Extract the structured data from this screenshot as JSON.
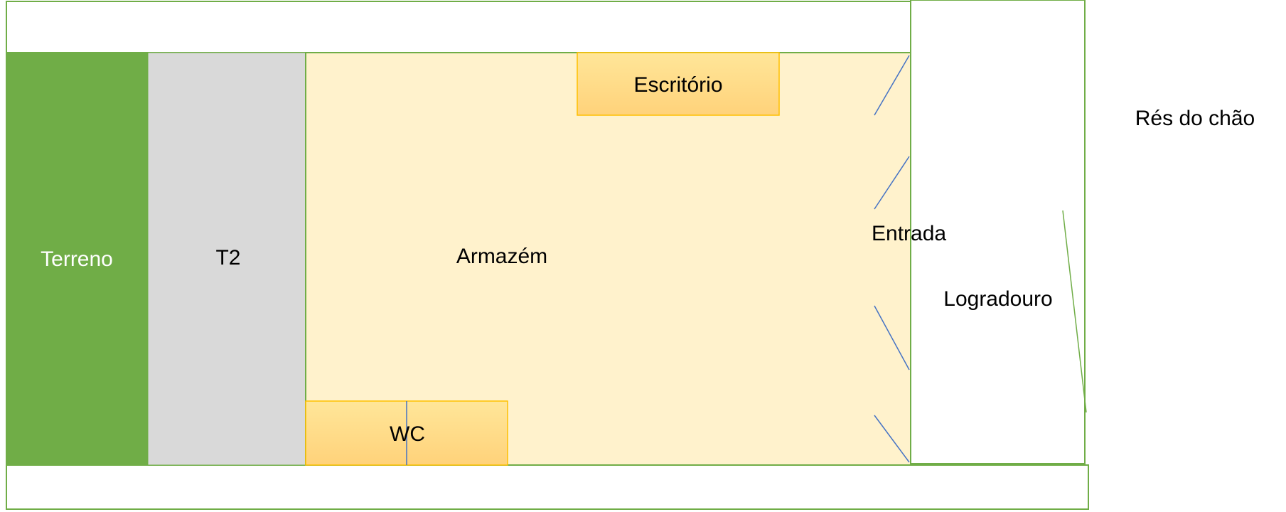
{
  "diagram": {
    "floor_label": "Rés do chão",
    "rooms": {
      "terreno": "Terreno",
      "t2": "T2",
      "armazem": "Armazém",
      "escritorio": "Escritório",
      "wc": "WC",
      "entrada": "Entrada",
      "logradouro": "Logradouro"
    },
    "colors": {
      "terreno_fill": "#70ad47",
      "t2_fill": "#d9d9d9",
      "armazem_fill": "#fff2cc",
      "room_fill": "#ffd966",
      "room_border": "#ffc000",
      "outline": "#70ad47",
      "door_line": "#4472c4",
      "terreno_text": "#ffffff",
      "text": "#000000"
    }
  }
}
